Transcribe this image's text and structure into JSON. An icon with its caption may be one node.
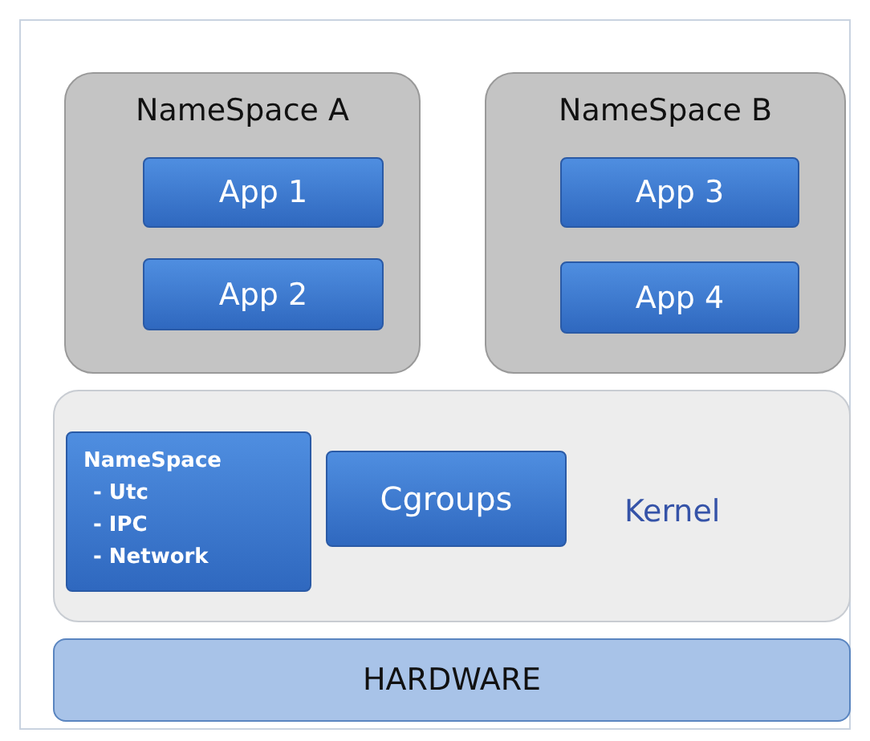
{
  "diagram": {
    "nodes": [
      {
        "text": [
          "NameSpace A"
        ]
      },
      {
        "text": [
          "App 1"
        ],
        "in": 0
      },
      {
        "text": [
          "App 2"
        ],
        "in": 0
      },
      {
        "text": [
          "NameSpace B"
        ]
      },
      {
        "text": [
          "App 3"
        ],
        "in": 3
      },
      {
        "text": [
          "App 4"
        ],
        "in": 3
      },
      {
        "text": [
          "Kernel"
        ]
      },
      {
        "text": [
          "NameSpace",
          "- Utc",
          "- IPC",
          "- Network"
        ],
        "in": 6
      },
      {
        "text": [
          "Cgroups"
        ],
        "in": 6
      },
      {
        "text": [
          "HARDWARE"
        ]
      }
    ],
    "edges": []
  }
}
